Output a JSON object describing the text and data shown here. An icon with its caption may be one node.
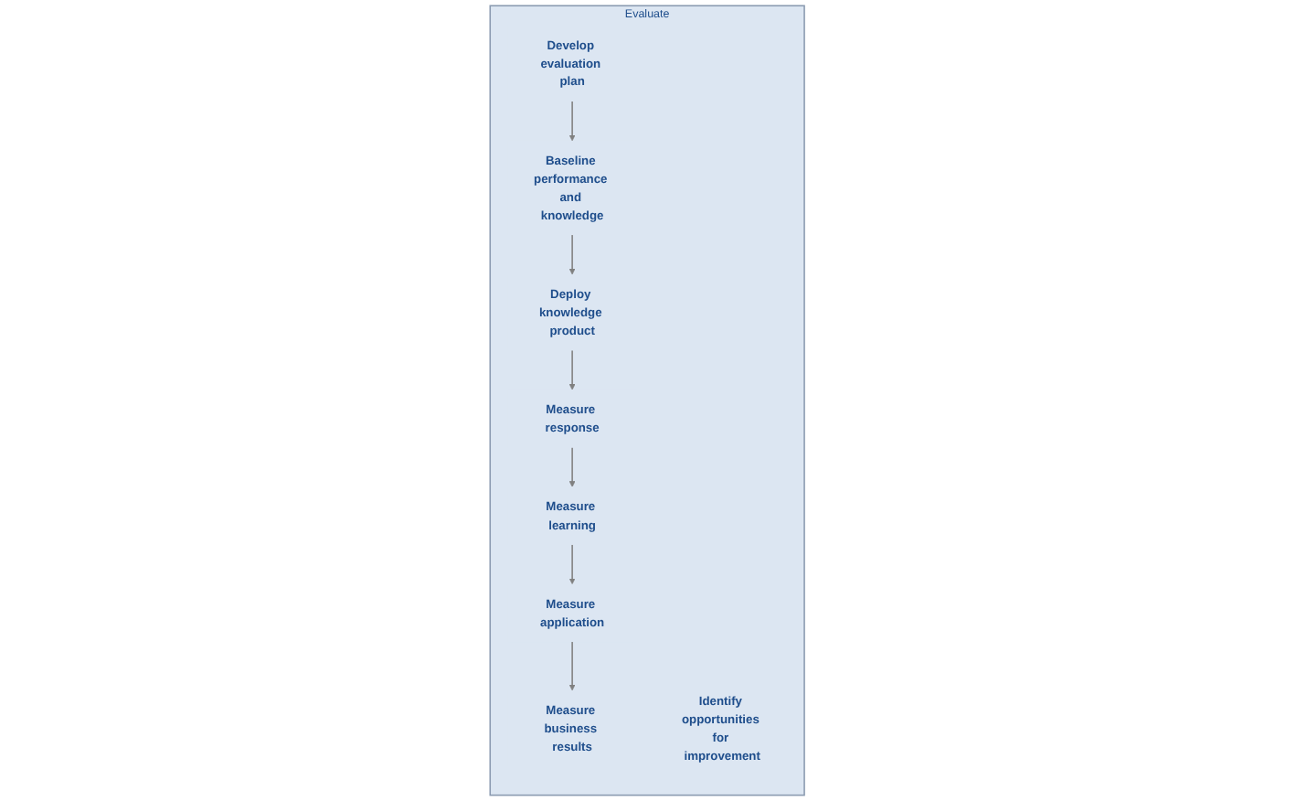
{
  "diagram": {
    "nodes": [
      {
        "text": [
          "Evaluate"
        ]
      },
      {
        "text": [
          "Develop evaluation plan"
        ],
        "in": 0
      },
      {
        "text": [
          "Baseline performance and knowledge"
        ],
        "in": 0
      },
      {
        "text": [
          "Deploy knowledge product"
        ],
        "in": 0
      },
      {
        "text": [
          "Measure business results"
        ],
        "in": 0
      },
      {
        "text": [
          "Measure application"
        ],
        "in": 0
      },
      {
        "text": [
          "Measure learning"
        ],
        "in": 0
      },
      {
        "text": [
          "Measure response"
        ],
        "in": 0
      },
      {
        "text": [
          "Identify opportunities for improvement"
        ],
        "in": 0
      }
    ],
    "edges": [
      {
        "from": 1,
        "to": 2,
        "arrow": "to"
      },
      {
        "from": 2,
        "to": 3,
        "arrow": "to"
      },
      {
        "from": 3,
        "to": 7,
        "arrow": "to"
      },
      {
        "from": 7,
        "to": 6,
        "arrow": "to"
      },
      {
        "from": 6,
        "to": 5,
        "arrow": "to"
      },
      {
        "from": 5,
        "to": 4,
        "arrow": "to"
      }
    ]
  }
}
